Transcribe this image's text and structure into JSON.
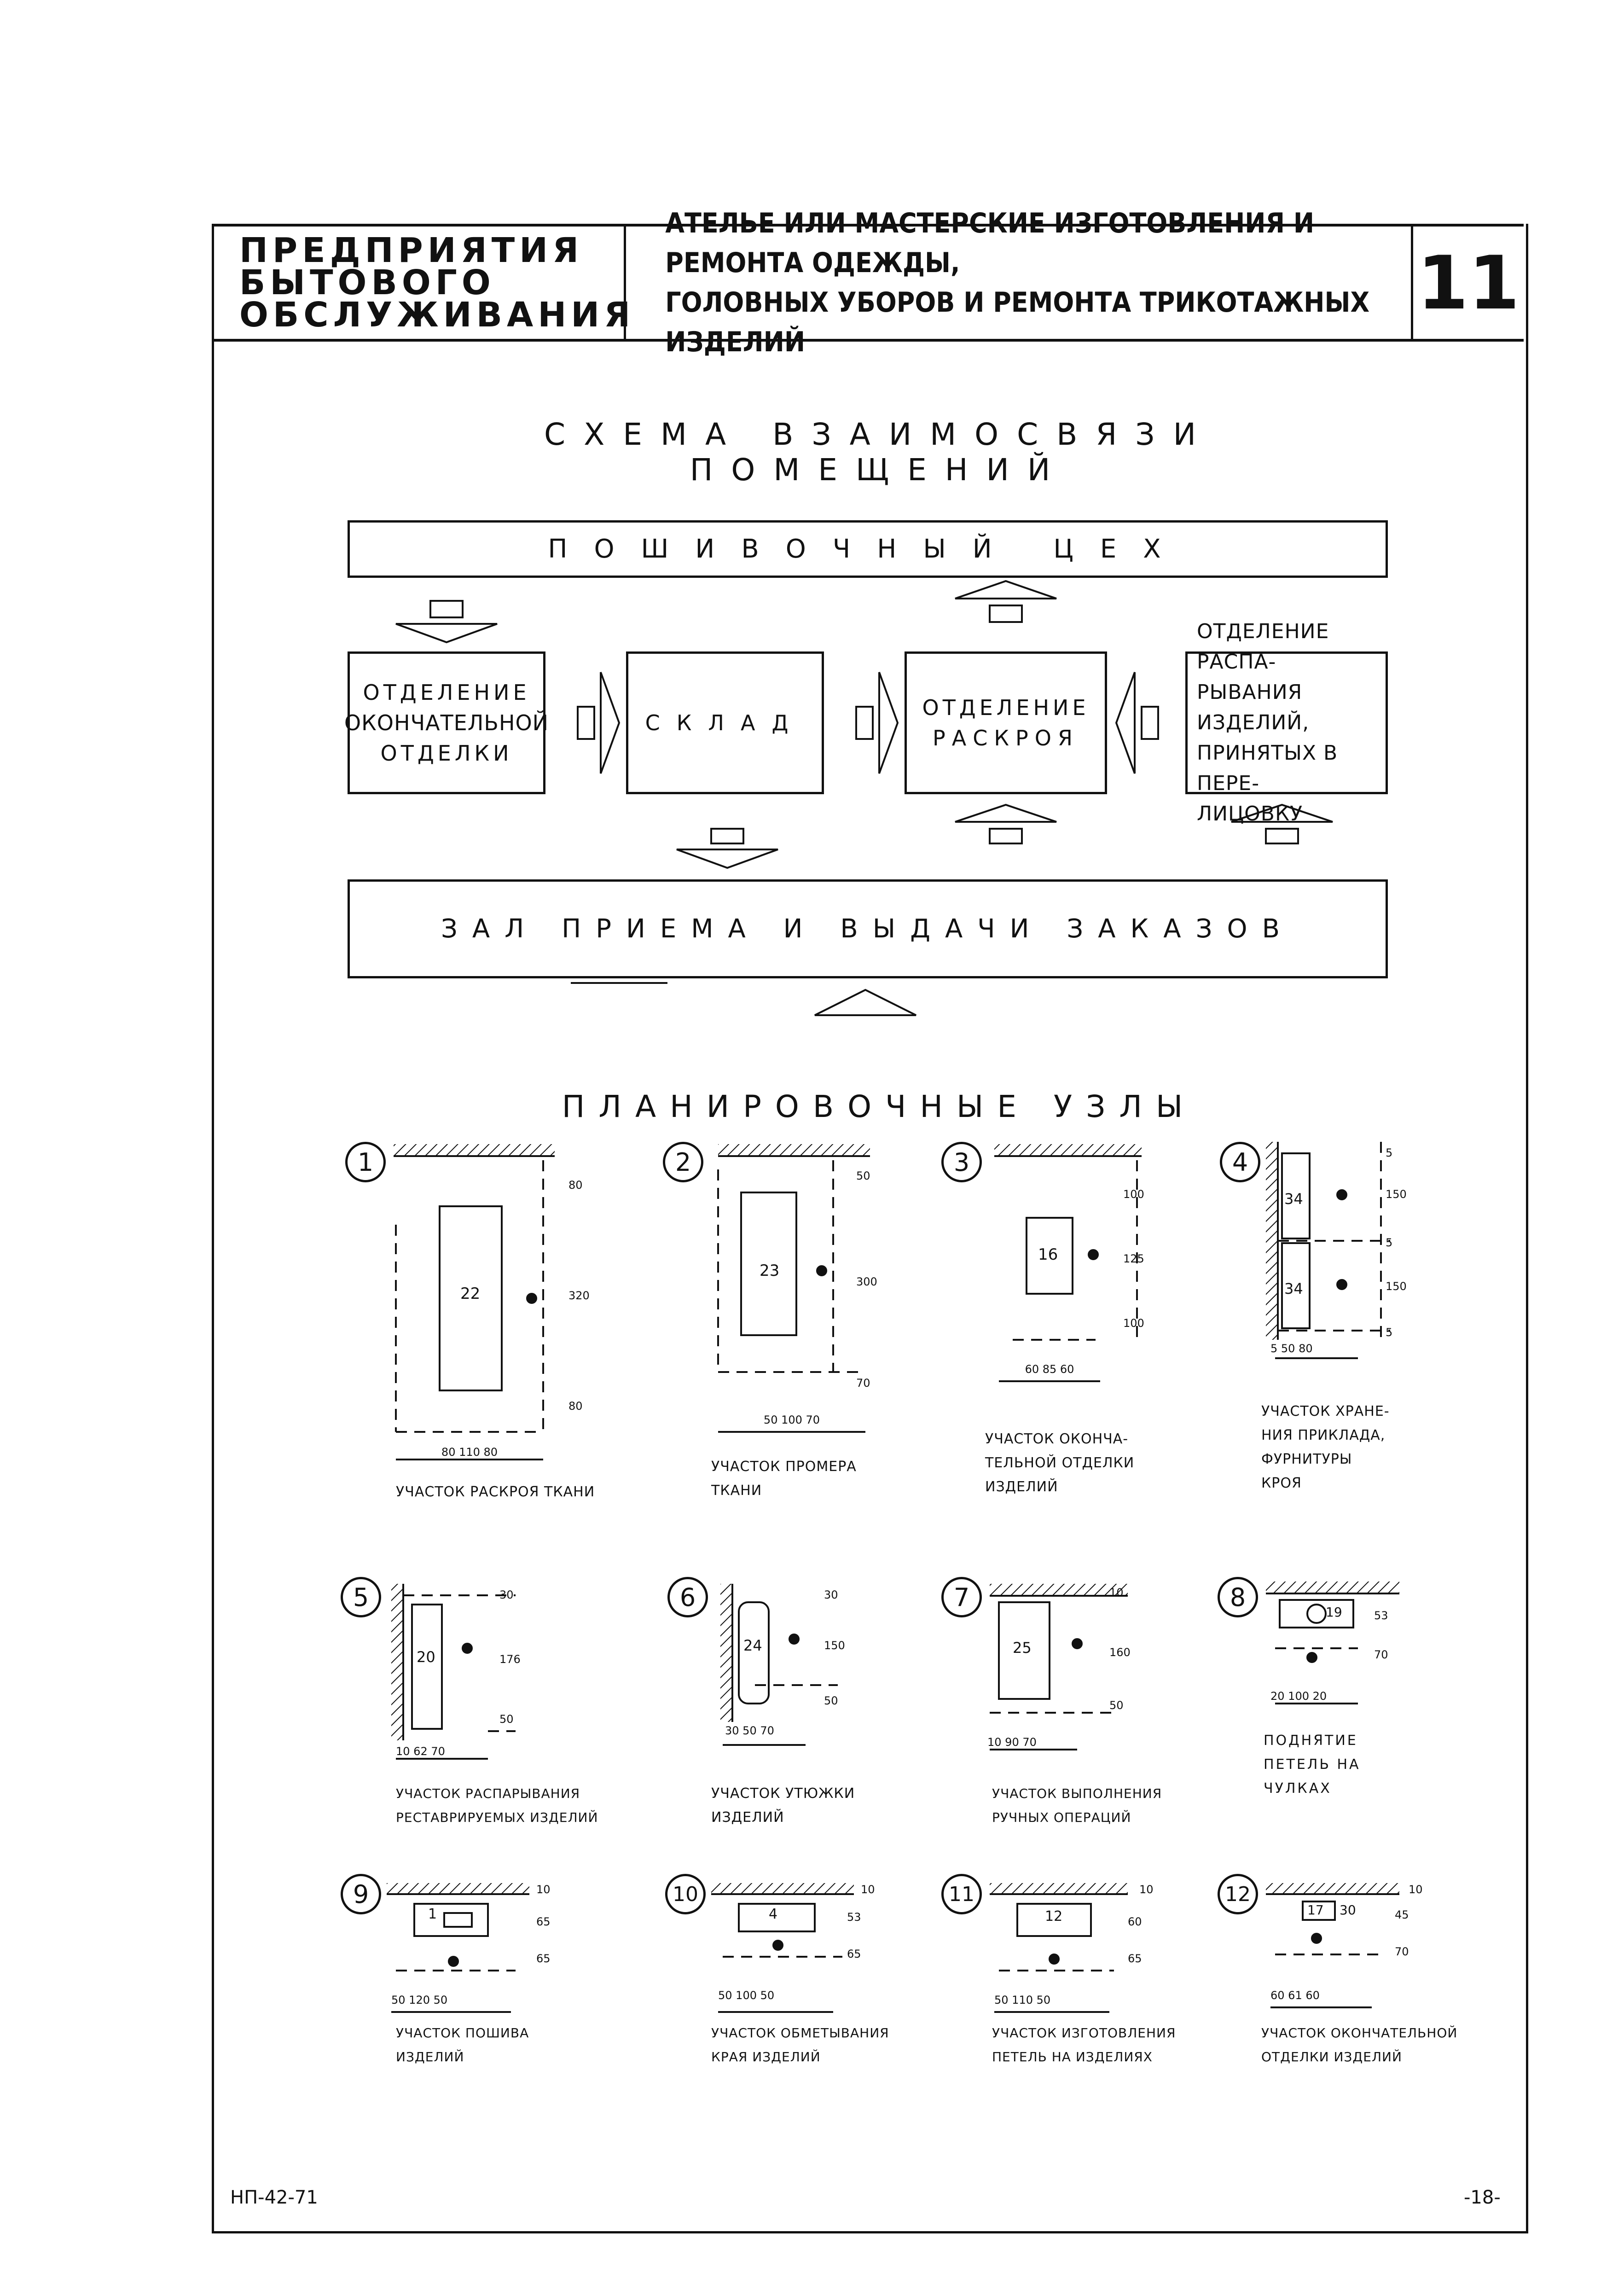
{
  "header": {
    "category_lines": [
      "ПРЕДПРИЯТИЯ",
      "БЫТОВОГО",
      "ОБСЛУЖИВАНИЯ"
    ],
    "subject_lines": [
      "АТЕЛЬЕ ИЛИ МАСТЕРСКИЕ ИЗГОТОВЛЕНИЯ И РЕМОНТА ОДЕЖДЫ,",
      "ГОЛОВНЫХ УБОРОВ И РЕМОНТА ТРИКОТАЖНЫХ ИЗДЕЛИЙ"
    ],
    "sheet_number": "11"
  },
  "scheme": {
    "title": "СХЕМА ВЗАИМОСВЯЗИ ПОМЕЩЕНИЙ",
    "top_block": "ПОШИВОЧНЫЙ ЦЕХ",
    "rooms": [
      {
        "lines": [
          "ОТДЕЛЕНИЕ",
          "ОКОНЧАТЕЛЬНОЙ",
          "ОТДЕЛКИ"
        ]
      },
      {
        "lines": [
          "СКЛАД"
        ]
      },
      {
        "lines": [
          "ОТДЕЛЕНИЕ",
          "РАСКРОЯ"
        ]
      },
      {
        "lines": [
          "ОТДЕЛЕНИЕ РАСПА-",
          "РЫВАНИЯ ИЗДЕЛИЙ,",
          "ПРИНЯТЫХ В ПЕРЕ-",
          "ЛИЦОВКУ"
        ]
      }
    ],
    "bottom_block": "ЗАЛ ПРИЕМА И ВЫДАЧИ ЗАКАЗОВ"
  },
  "nodes": {
    "title": "ПЛАНИРОВОЧНЫЕ УЗЛЫ",
    "items": [
      {
        "num": "1",
        "equip": [
          "22"
        ],
        "dims_h": "80  110  80",
        "dims_v": [
          "80",
          "320",
          "80"
        ],
        "label": [
          "УЧАСТОК РАСКРОЯ ТКАНИ"
        ]
      },
      {
        "num": "2",
        "equip": [
          "23"
        ],
        "dims_h": "50  100  70",
        "dims_v": [
          "50",
          "300",
          "70"
        ],
        "label": [
          "УЧАСТОК ПРОМЕРА",
          "ТКАНИ"
        ]
      },
      {
        "num": "3",
        "equip": [
          "16"
        ],
        "dims_h": "60  85  60",
        "dims_v": [
          "100",
          "125",
          "100"
        ],
        "label": [
          "УЧАСТОК ОКОНЧА-",
          "ТЕЛЬНОЙ ОТДЕЛКИ",
          "ИЗДЕЛИЙ"
        ]
      },
      {
        "num": "4",
        "equip": [
          "34",
          "34"
        ],
        "dims_h": "5  50  80",
        "dims_v": [
          "5",
          "150",
          "5",
          "150",
          "5"
        ],
        "label": [
          "УЧАСТОК ХРАНЕ-",
          "НИЯ ПРИКЛАДА,",
          "ФУРНИТУРЫ",
          "КРОЯ"
        ]
      },
      {
        "num": "5",
        "equip": [
          "20"
        ],
        "dims_h": "10  62  70",
        "dims_v": [
          "30",
          "176",
          "50"
        ],
        "label": [
          "УЧАСТОК РАСПАРЫВАНИЯ",
          "РЕСТАВРИРУЕМЫХ ИЗДЕЛИЙ"
        ]
      },
      {
        "num": "6",
        "equip": [
          "24"
        ],
        "dims_h": "30  50  70",
        "dims_v": [
          "30",
          "150",
          "50"
        ],
        "label": [
          "УЧАСТОК УТЮЖКИ",
          "ИЗДЕЛИЙ"
        ]
      },
      {
        "num": "7",
        "equip": [
          "25"
        ],
        "dims_h": "10  90  70",
        "dims_v": [
          "10",
          "160",
          "50"
        ],
        "label": [
          "УЧАСТОК ВЫПОЛНЕНИЯ",
          "РУЧНЫХ ОПЕРАЦИЙ"
        ]
      },
      {
        "num": "8",
        "equip": [
          "19"
        ],
        "dims_h": "20  100  20",
        "dims_v": [
          "53",
          "70"
        ],
        "label": [
          "ПОДНЯТИЕ",
          "ПЕТЕЛЬ НА",
          "ЧУЛКАХ"
        ]
      },
      {
        "num": "9",
        "equip": [
          "1"
        ],
        "dims_h": "50  120  50",
        "dims_v": [
          "10",
          "65",
          "65"
        ],
        "label": [
          "УЧАСТОК ПОШИВА",
          "ИЗДЕЛИЙ"
        ]
      },
      {
        "num": "10",
        "equip": [
          "4"
        ],
        "dims_h": "50  100  50",
        "dims_v": [
          "10",
          "53",
          "65"
        ],
        "label": [
          "УЧАСТОК ОБМЕТЫВАНИЯ",
          "КРАЯ ИЗДЕЛИЙ"
        ]
      },
      {
        "num": "11",
        "equip": [
          "12"
        ],
        "dims_h": "50  110  50",
        "dims_v": [
          "10",
          "60",
          "65"
        ],
        "label": [
          "УЧАСТОК ИЗГОТОВЛЕНИЯ",
          "ПЕТЕЛЬ НА ИЗДЕЛИЯХ"
        ]
      },
      {
        "num": "12",
        "equip": [
          "17",
          "30"
        ],
        "dims_h": "60  61  60",
        "dims_v": [
          "10",
          "45",
          "70"
        ],
        "label": [
          "УЧАСТОК ОКОНЧАТЕЛЬНОЙ",
          "ОТДЕЛКИ ИЗДЕЛИЙ"
        ]
      }
    ]
  },
  "footer": {
    "code": "НП-42-71",
    "page": "-18-"
  }
}
